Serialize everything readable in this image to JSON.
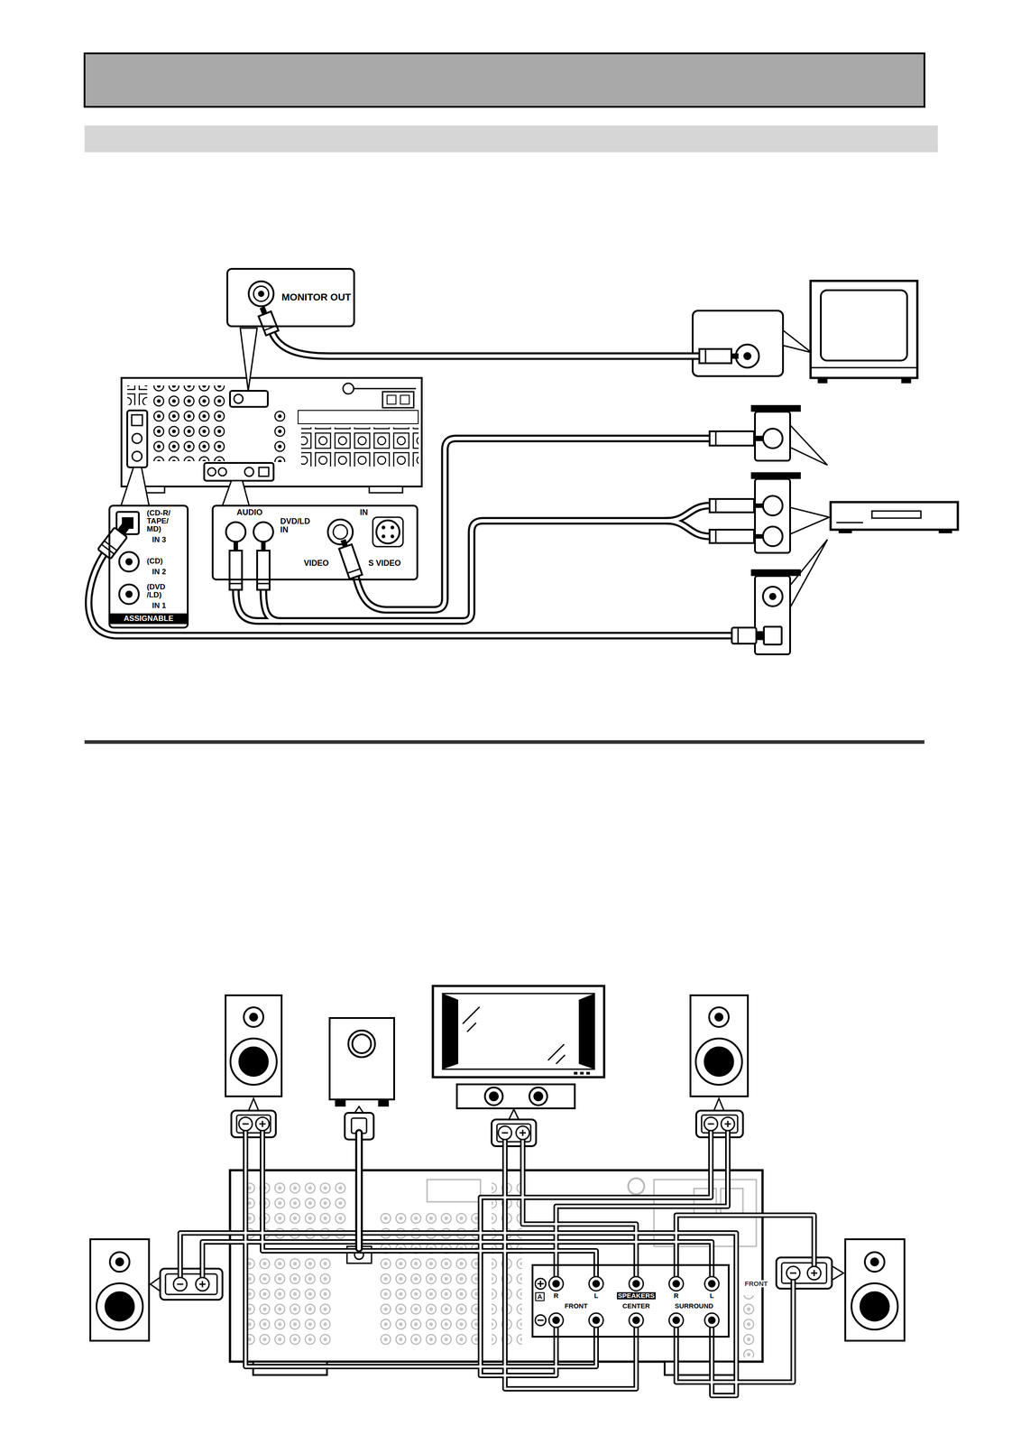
{
  "diagram": {
    "nodes": [
      {
        "text": [
          "MONITOR OUT"
        ]
      },
      {
        "text": [
          "(CD-R/ TAPE/ MD)",
          "IN 3",
          "(CD)",
          "IN 2",
          "(DVD /LD)",
          "IN 1",
          "ASSIGNABLE"
        ]
      },
      {
        "text": [
          "AUDIO",
          "DVD/LD IN",
          "VIDEO",
          "IN",
          "S VIDEO"
        ]
      },
      {
        "text": [
          "A",
          "R",
          "L",
          "SPEAKERS",
          "R",
          "L",
          "FRONT",
          "CENTER",
          "SURROUND"
        ]
      }
    ],
    "labels": [
      "FRONT"
    ]
  }
}
